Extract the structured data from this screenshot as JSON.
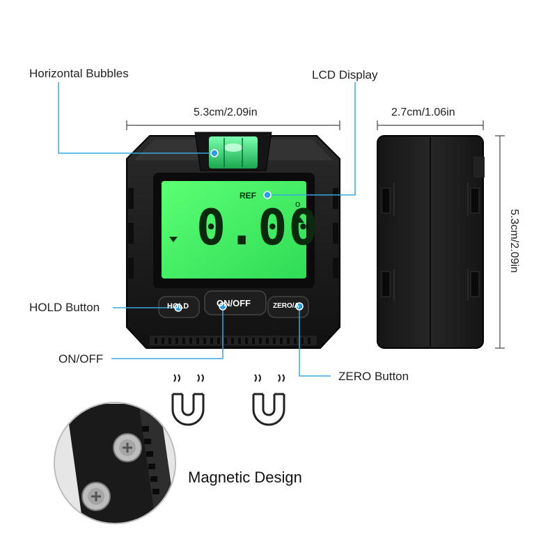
{
  "labels": {
    "horizontal_bubbles": "Horizontal Bubbles",
    "lcd_display": "LCD Display",
    "hold_button": "HOLD Button",
    "on_off": "ON/OFF",
    "zero_button": "ZERO Button",
    "magnetic_design": "Magnetic Design"
  },
  "dimensions": {
    "front_width": "5.3cm/2.09in",
    "side_width": "2.7cm/1.06in",
    "side_height": "5.3cm/2.09in"
  },
  "lcd": {
    "ref": "REF",
    "reading": "0.00",
    "degree": "o"
  },
  "buttons": {
    "hold": "HOLD",
    "on_off": "ON/OFF",
    "zero": "ZERO/A"
  },
  "colors": {
    "device_body": "#1c1c1c",
    "lcd_green": "#4cf56a",
    "bubble_green": "#2fe06a",
    "callout_line": "#3aa7e0",
    "callout_dot": "#2a9de3"
  }
}
